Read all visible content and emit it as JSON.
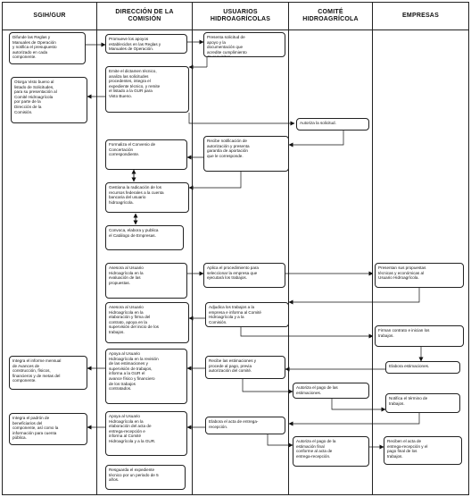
{
  "lanes": [
    "SGIH/GUR",
    "DIRECCIÓN DE LA\nCOMISIÓN",
    "USUARIOS\nHIDROAGRÍCOLAS",
    "COMITÉ\nHIDROAGRÍCOLA",
    "EMPRESAS"
  ],
  "boxes": {
    "sgih_difunde": "Difunde las Reglas y\nManuales de Operación\ny notifica el presupuesto\nautorizado en cada\ncomponente.",
    "sgih_otorga": "Otorga Visto bueno al\nlistado de Solicitudes,\npara su presentación al\nComité Hidroagrícola\npor parte de la\nDirección de la\nComisión.",
    "sgih_informe": "Integra el informe mensual\nde Avances de\nconstrucción, físicos,\nfinancieros y de metas del\ncomponente.",
    "sgih_padron": "Integra el padrón de\nbeneficiarios del\ncomponente, así como la\ninformación para cuenta\npública.",
    "dir_promueve": "Promueve los apoyos\nestablecidos en las Reglas y\nManuales de Operación.",
    "dir_emite": "Emite el dictamen técnico,\nanaliza las solicitudes\nprocedentes, integra el\nexpediente técnico, y remite\nel listado a la GUR para\nVisto Bueno.",
    "dir_formaliza": "Formaliza el Convenio de\nConcertación\ncorrespondiente.",
    "dir_gestiona": "Gestiona la radicación de los\nrecursos federales a la cuenta\nbancaria del usuario\nhidroagrícola.",
    "dir_convoca": "Convoca, elabora y publica\nel Catálogo de Empresas.",
    "dir_asesora1": "Asesora al Usuario\nHidroagrícola en la\nevaluación de las\npropuestas.",
    "dir_asesora2": "Asesora al Usuario\nHidroagrícola en la\nelaboración y firma del\ncontrato, apoya en la\nsupervisión del inicio de los\ntrabajos.",
    "dir_apoya1": "Apoya al Usuario\nHidroagrícola en la revisión\nde las estimaciones y\nsupervisión de trabajos,\ninforma a la GUR el\navance físico y financiero\nde los trabajos\ncontratados.",
    "dir_apoya2": "Apoya al Usuario\nHidroagrícola en la\nelaboración del acta de\nentrega-recepción e\ninforma al Comité\nHidroagrícola y a la GUR.",
    "dir_resguarda": "Resguarda el expediente\ntécnico por un periodo de 5\naños.",
    "usu_presenta": "Presenta solicitud de\napoyo y la\ndocumentación que\nacredite cumplimiento\nde requisitos.",
    "usu_recibe_notif": "Recibe notificación de\nautorización y presenta\ngarantía de aportación\nque le corresponde.",
    "usu_aplica": "Aplica el procedimiento para\nseleccionar la empresa que\nejecutará los trabajos.",
    "usu_adjudica": "Adjudica los trabajos a la\nempresa e informa al Comité\nHidroagrícola y a la\nComisión.",
    "usu_recibe_est": "Recibe las estimaciones y\nprocede al pago, previa\nautorización del comité.",
    "usu_elabora_acta": "Elabora el acta de entrega-\nrecepción.",
    "com_autoriza_sol": "Autoriza la solicitud.",
    "com_autoriza_pago": "Autoriza el pago de las\nestimaciones.",
    "com_autoriza_final": "Autoriza el pago de la\nestimación final\nconforme al acta de\nentrega-recepción.",
    "emp_presentan": "Presentan sus propuestas\ntécnicas y económicas al\nUsuario Hidroagrícola.",
    "emp_firman": "Firman contrato e inician los\ntrabajos.",
    "emp_elabora_est": "Elabora estimaciones.",
    "emp_notifica": "Notifica el término de\ntrabajos.",
    "emp_reciben": "Reciben el acta de\nentrega-recepción y el\npago final de los\ntrabajos."
  }
}
